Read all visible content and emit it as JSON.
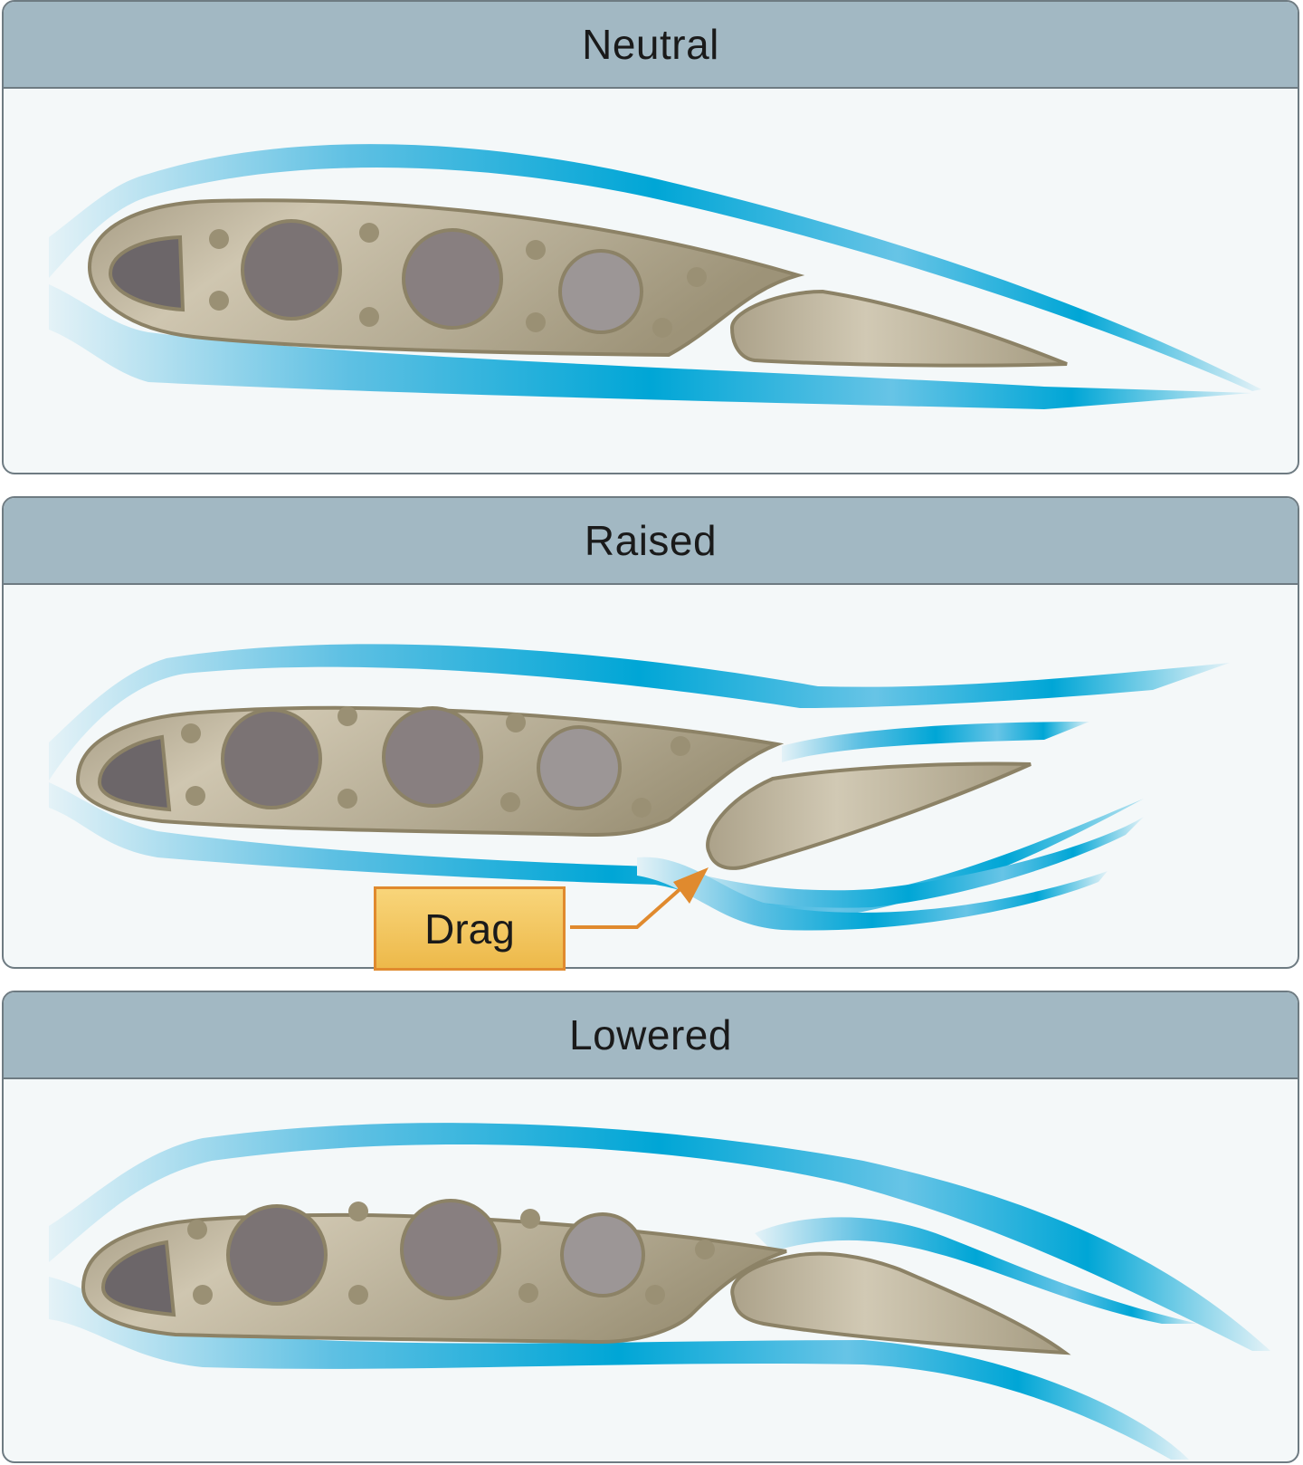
{
  "panels": [
    {
      "title": "Neutral",
      "state": "neutral"
    },
    {
      "title": "Raised",
      "state": "raised"
    },
    {
      "title": "Lowered",
      "state": "lowered"
    }
  ],
  "callout": {
    "label": "Drag"
  },
  "colors": {
    "header_bg": "#a2b8c3",
    "panel_bg": "#f4f8f9",
    "airflow": "#00a6d6",
    "airflow_light": "#cfe9f2",
    "wing_fill": "#c4b9a0",
    "wing_stroke": "#8c8266",
    "callout_fill": "#f1c45a",
    "callout_stroke": "#e08a2e"
  }
}
